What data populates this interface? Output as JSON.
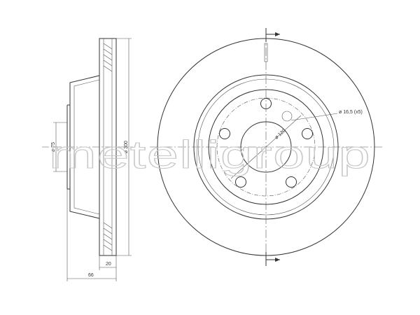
{
  "watermark": "metelligroup",
  "dimensions": {
    "hub_diameter": "ø 75",
    "disc_diameter": "ø 300",
    "thickness": "20",
    "overall_height": "66",
    "bolt_circle": "ø 120",
    "bolt_holes": "ø 16,5 (x5)"
  },
  "colors": {
    "line": "#333333",
    "watermark": "#c8c8c8"
  }
}
